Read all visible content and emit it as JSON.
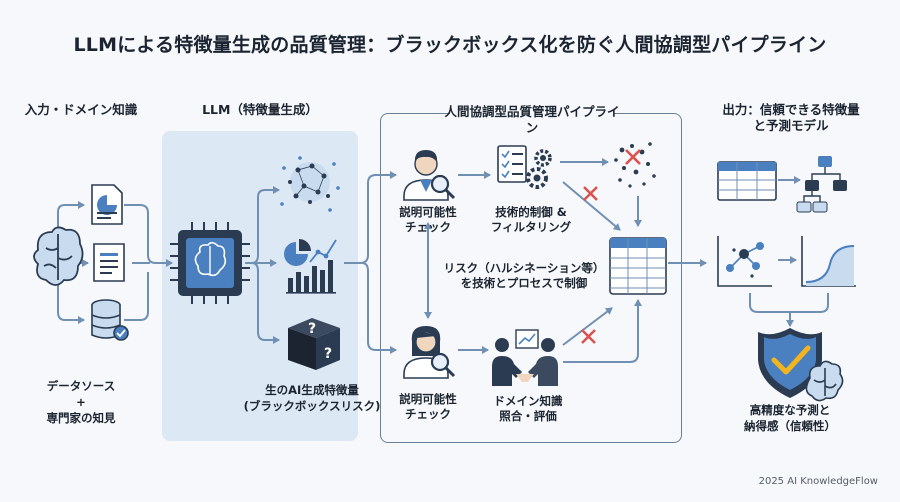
{
  "title": "LLMによる特徴量生成の品質管理：ブラックボックス化を防ぐ人間協調型パイプライン",
  "sections": {
    "input": "入力・ドメイン知識",
    "llm": "LLM（特徴量生成）",
    "pipeline": "人間協調型品質管理パイプライン",
    "output_line1": "出力：信頼できる特徴量",
    "output_line2": "と予測モデル"
  },
  "input_caption": {
    "line1": "データソース",
    "line2": "+",
    "line3": "専門家の知見"
  },
  "llm_caption": {
    "line1": "生のAI生成特徴量",
    "line2": "(ブラックボックスリスク)"
  },
  "pipeline_nodes": {
    "explain_top": {
      "line1": "説明可能性",
      "line2": "チェック"
    },
    "tech_control": {
      "line1": "技術的制御 &",
      "line2": "フィルタリング"
    },
    "risk": {
      "line1": "リスク（ハルシネーション等）",
      "line2": "を技術とプロセスで制御"
    },
    "explain_bottom": {
      "line1": "説明可能性",
      "line2": "チェック"
    },
    "domain_check": {
      "line1": "ドメイン知識",
      "line2": "照合・評価"
    }
  },
  "output_caption": {
    "line1": "高精度な予測と",
    "line2": "納得感（信頼性）"
  },
  "footer": "2025 AI KnowledgeFlow",
  "colors": {
    "arrow": "#6f8fb3",
    "icon_dark": "#2b3c52",
    "icon_blue": "#4a80c0",
    "icon_light": "#c9dbee",
    "reject": "#d9534f",
    "accept": "#f2b41f"
  }
}
